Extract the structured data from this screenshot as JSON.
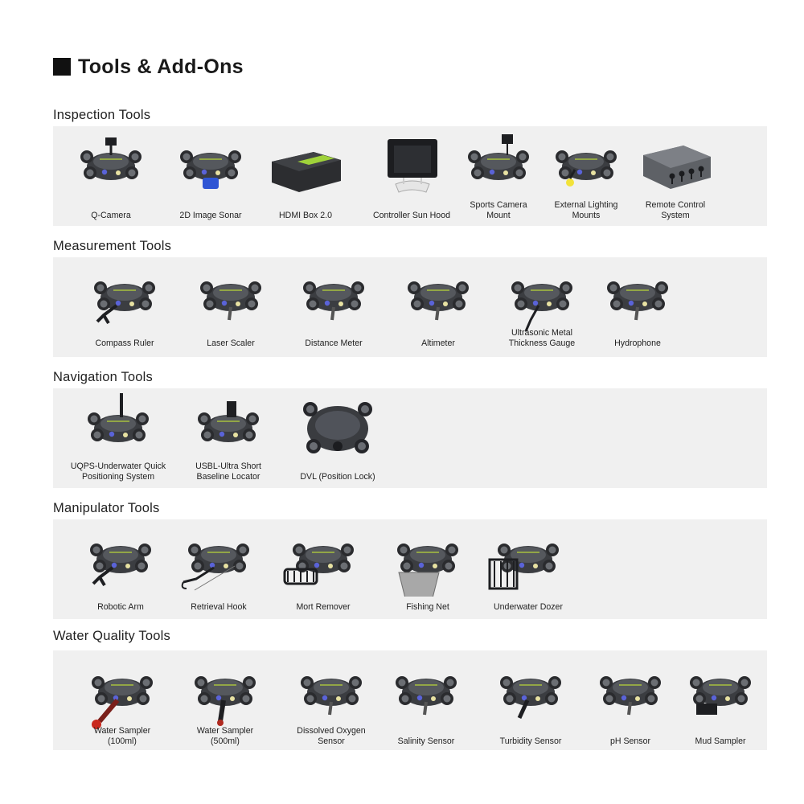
{
  "page": {
    "title": "Tools & Add-Ons"
  },
  "sections": [
    {
      "heading": "Inspection Tools",
      "items": [
        {
          "label": "Q-Camera",
          "icon": "camera-mount-rov-icon"
        },
        {
          "label": "2D Image Sonar",
          "icon": "sonar-rov-icon"
        },
        {
          "label": "HDMI Box 2.0",
          "icon": "hdmi-box-icon"
        },
        {
          "label": "Controller Sun Hood",
          "icon": "controller-sun-hood-icon"
        },
        {
          "label": "Sports Camera\nMount",
          "icon": "sports-camera-rov-icon"
        },
        {
          "label": "External Lighting\nMounts",
          "icon": "lighting-rov-icon"
        },
        {
          "label": "Remote Control\nSystem",
          "icon": "remote-control-box-icon"
        }
      ]
    },
    {
      "heading": "Measurement Tools",
      "items": [
        {
          "label": "Compass Ruler",
          "icon": "compass-ruler-rov-icon"
        },
        {
          "label": "Laser Scaler",
          "icon": "laser-scaler-rov-icon"
        },
        {
          "label": "Distance Meter",
          "icon": "distance-meter-rov-icon"
        },
        {
          "label": "Altimeter",
          "icon": "altimeter-rov-icon"
        },
        {
          "label": "Ultrasonic Metal\nThickness Gauge",
          "icon": "thickness-gauge-rov-icon"
        },
        {
          "label": "Hydrophone",
          "icon": "hydrophone-rov-icon"
        }
      ]
    },
    {
      "heading": "Navigation Tools",
      "items": [
        {
          "label": "UQPS-Underwater Quick\nPositioning System",
          "icon": "uqps-rov-icon"
        },
        {
          "label": "USBL-Ultra Short\nBaseline Locator",
          "icon": "usbl-rov-icon"
        },
        {
          "label": "DVL (Position Lock)",
          "icon": "dvl-rov-icon"
        }
      ]
    },
    {
      "heading": "Manipulator Tools",
      "items": [
        {
          "label": "Robotic Arm",
          "icon": "robotic-arm-rov-icon"
        },
        {
          "label": "Retrieval Hook",
          "icon": "retrieval-hook-rov-icon"
        },
        {
          "label": "Mort Remover",
          "icon": "mort-remover-rov-icon"
        },
        {
          "label": "Fishing Net",
          "icon": "fishing-net-rov-icon"
        },
        {
          "label": "Underwater Dozer",
          "icon": "underwater-dozer-rov-icon"
        }
      ]
    },
    {
      "heading": "Water Quality Tools",
      "items": [
        {
          "label": "Water Sampler\n(100ml)",
          "icon": "water-sampler-100-rov-icon"
        },
        {
          "label": "Water Sampler\n(500ml)",
          "icon": "water-sampler-500-rov-icon"
        },
        {
          "label": "Dissolved Oxygen\nSensor",
          "icon": "dissolved-oxygen-rov-icon"
        },
        {
          "label": "Salinity Sensor",
          "icon": "salinity-sensor-rov-icon"
        },
        {
          "label": "Turbidity Sensor",
          "icon": "turbidity-sensor-rov-icon"
        },
        {
          "label": "pH Sensor",
          "icon": "ph-sensor-rov-icon"
        },
        {
          "label": "Mud Sampler",
          "icon": "mud-sampler-rov-icon"
        }
      ]
    }
  ]
}
